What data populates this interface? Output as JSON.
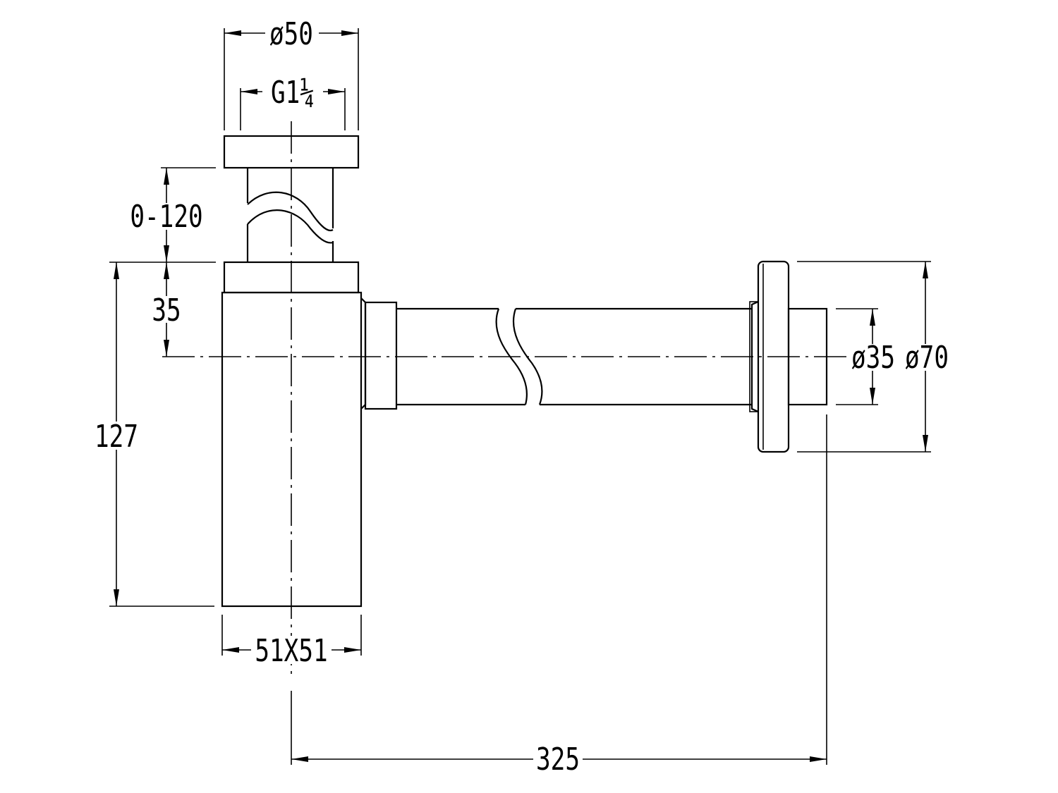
{
  "dimensions": {
    "outer_diameter_top": "ø50",
    "thread_size": "G1¼",
    "height_adjust": "0-120",
    "outlet_center_drop": "35",
    "total_height": "127",
    "body_section": "51X51",
    "pipe_diameter": "ø35",
    "flange_diameter": "ø70",
    "horizontal_length": "325"
  }
}
